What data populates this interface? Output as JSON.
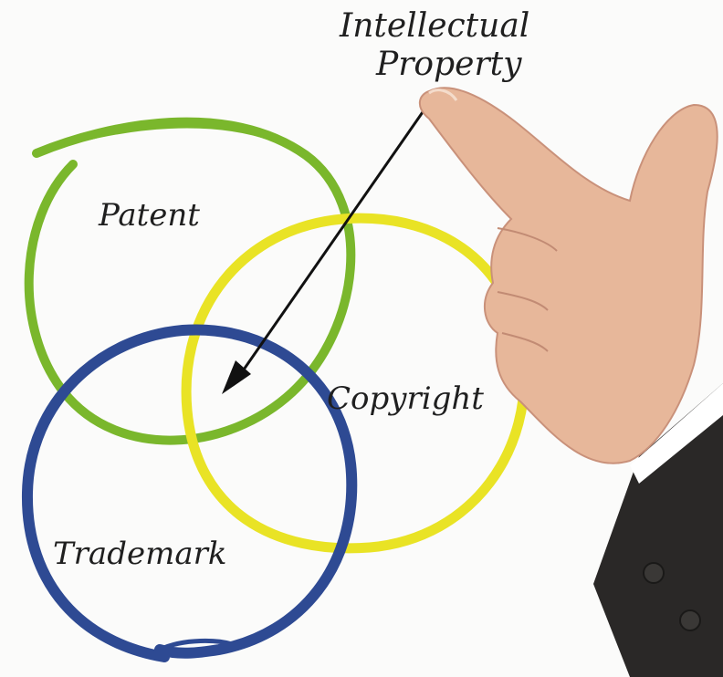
{
  "diagram": {
    "title_line1": "Intellectual",
    "title_line2": "Property",
    "patent_label": "Patent",
    "copyright_label": "Copyright",
    "trademark_label": "Trademark"
  },
  "colors": {
    "patent_circle": "#7ab72c",
    "copyright_circle": "#e9e325",
    "trademark_circle": "#2e4a93",
    "arrow": "#111111",
    "hand_skin": "#e7b79a",
    "suit": "#2a2827"
  },
  "icons": {
    "pointing_hand": "pointing-hand-icon"
  }
}
